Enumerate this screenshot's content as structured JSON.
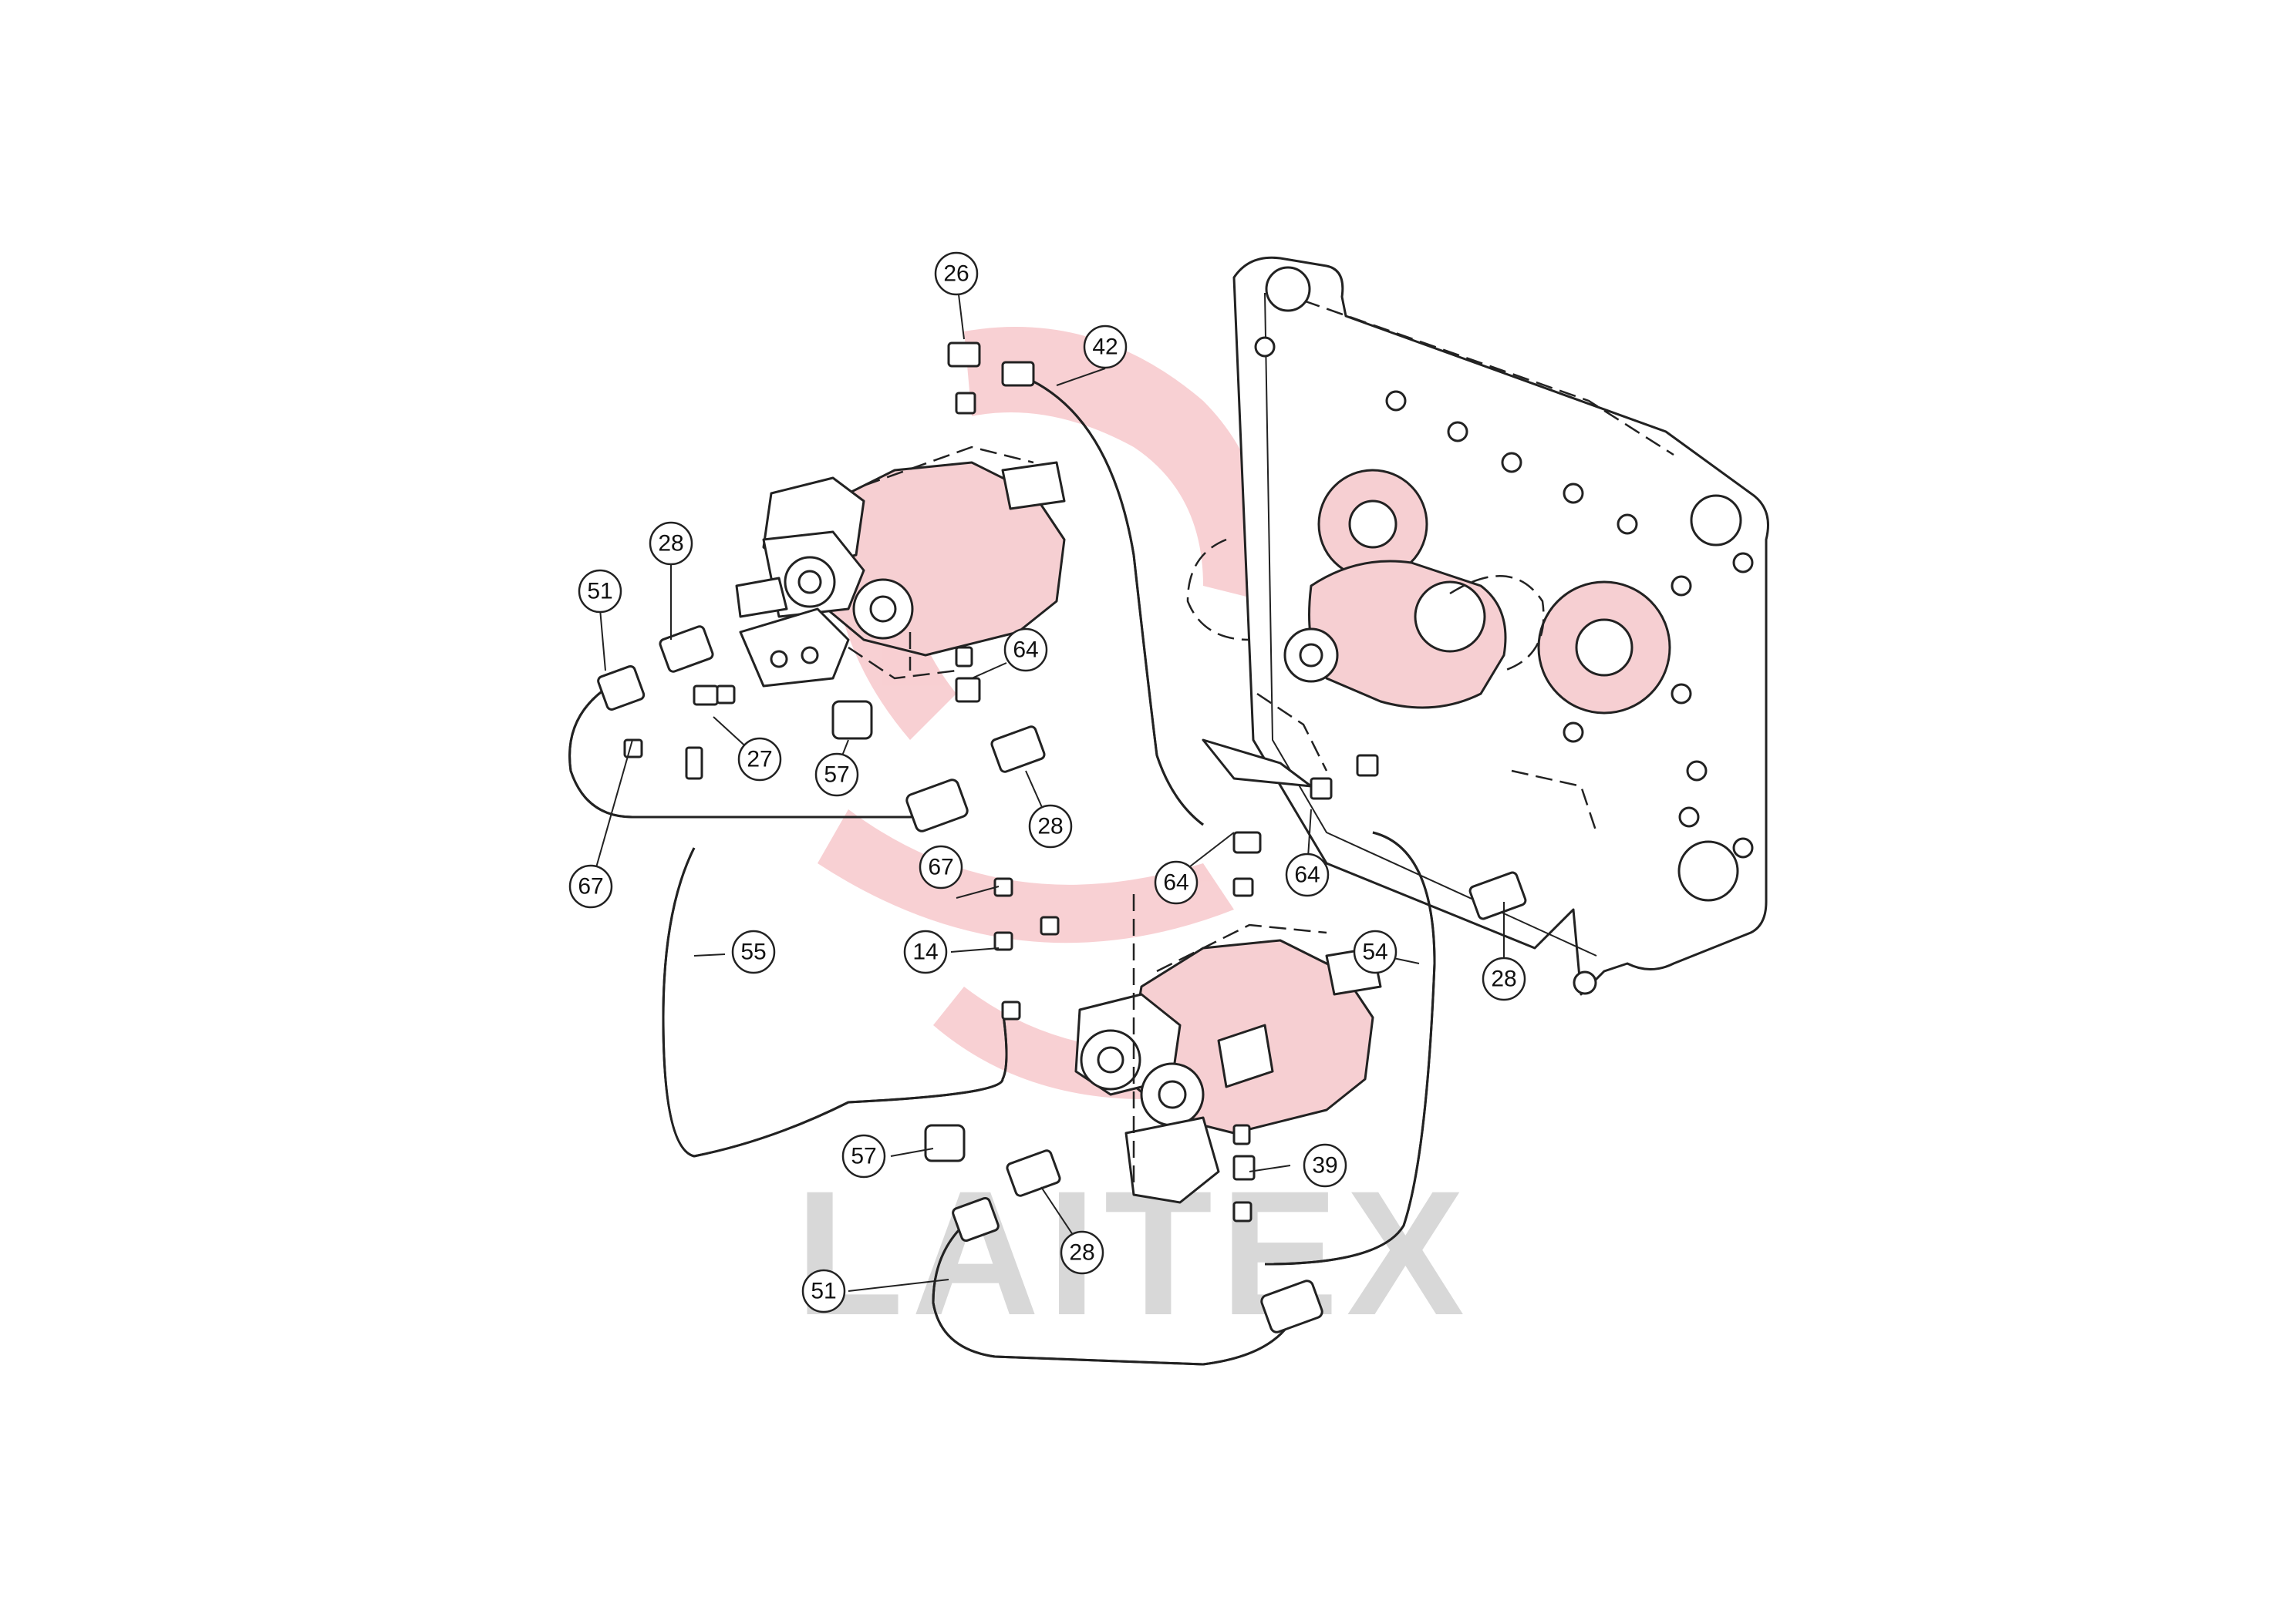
{
  "watermark": {
    "text": "LAITEX",
    "color": "#d8d8d8",
    "logo_color": "#f3a9ae"
  },
  "callouts": {
    "c26": "26",
    "c42": "42",
    "c28a": "28",
    "c51a": "51",
    "c64a": "64",
    "c27": "27",
    "c57a": "57",
    "c67a": "67",
    "c28b": "28",
    "c64b": "64",
    "c64c": "64",
    "c67b": "67",
    "c14": "14",
    "c55": "55",
    "c54": "54",
    "c28c": "28",
    "c57b": "57",
    "c39": "39",
    "c28d": "28",
    "c51b": "51"
  }
}
